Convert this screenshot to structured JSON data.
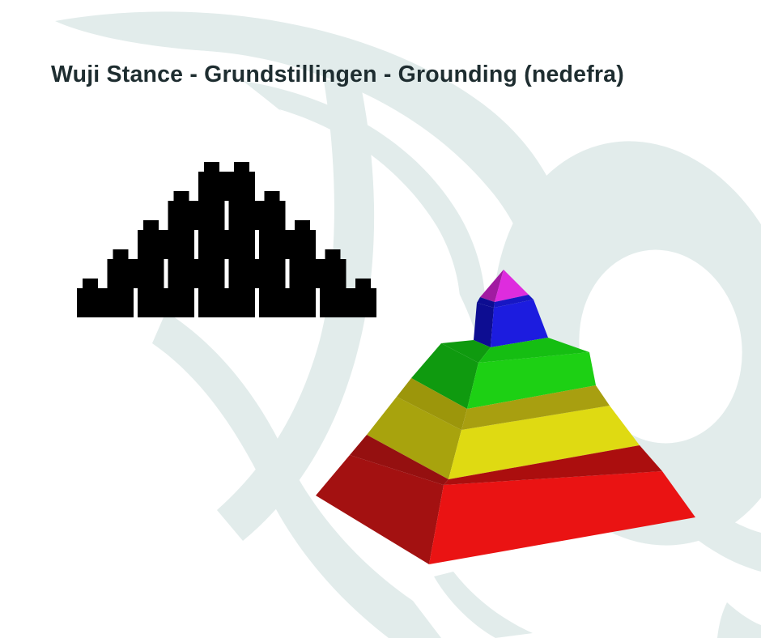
{
  "page": {
    "background": "#ffffff"
  },
  "title": {
    "text": "Wuji Stance - Grundstillingen - Grounding (nedefra)",
    "color": "#1e2d30"
  },
  "watermark": {
    "label": "light teal decorative logo watermark (sweeping wings, stems and large ring)",
    "color": "#e2eceb",
    "hole_color": "#ffffff"
  },
  "brick_pyramid": {
    "label": "pyramid built of black toy bricks",
    "color": "#000000",
    "rows": 5,
    "bricks_per_row": [
      1,
      2,
      3,
      4,
      5
    ]
  },
  "color_pyramid": {
    "label": "3D five-level colored pyramid",
    "levels": [
      {
        "name": "red",
        "front": "#ea1313",
        "side": "#a31111",
        "band_left": "#951010",
        "band_right": "#ab0e0e"
      },
      {
        "name": "yellow",
        "front": "#dfda12",
        "side": "#a8a30d",
        "band_left": "#9c960b",
        "band_right": "#a89f10"
      },
      {
        "name": "green",
        "front": "#1dd014",
        "side": "#0f9a0f",
        "band_left": "#0f9a0f",
        "band_right": "#15be12"
      },
      {
        "name": "blue",
        "front": "#1c1cdf",
        "side": "#0d0d92",
        "band_left": "#0d0d92",
        "band_right": "#1717c4"
      },
      {
        "name": "magenta",
        "front": "#de2cde",
        "side": "#a11ba1",
        "band_left": "#a11ba1",
        "band_right": "#c423c4"
      }
    ]
  }
}
